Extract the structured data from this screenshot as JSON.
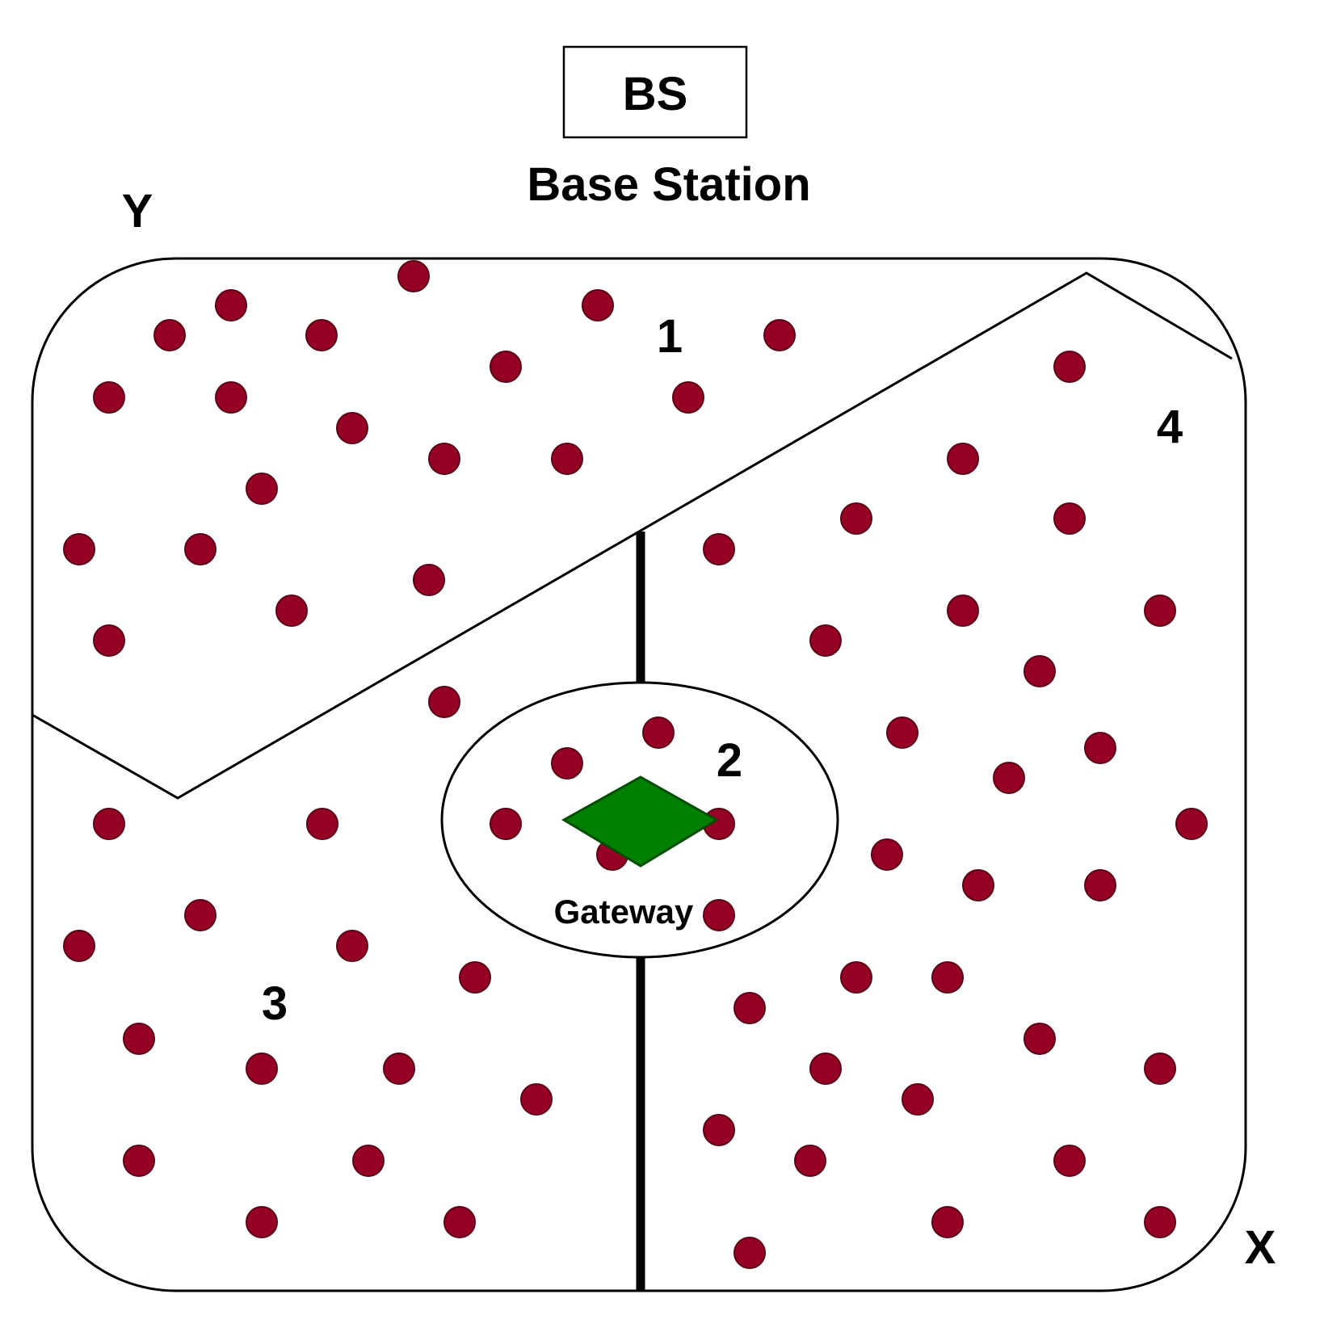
{
  "base_station": {
    "box_label": "BS",
    "caption": "Base Station"
  },
  "axes": {
    "y_label": "Y",
    "x_label": "X"
  },
  "zones": {
    "zone_1": "1",
    "zone_2": "2",
    "zone_3": "3",
    "zone_4": "4"
  },
  "gateway": {
    "label": "Gateway",
    "color": "#008000"
  },
  "colors": {
    "sensor_node": "#970025",
    "line": "#000000"
  }
}
